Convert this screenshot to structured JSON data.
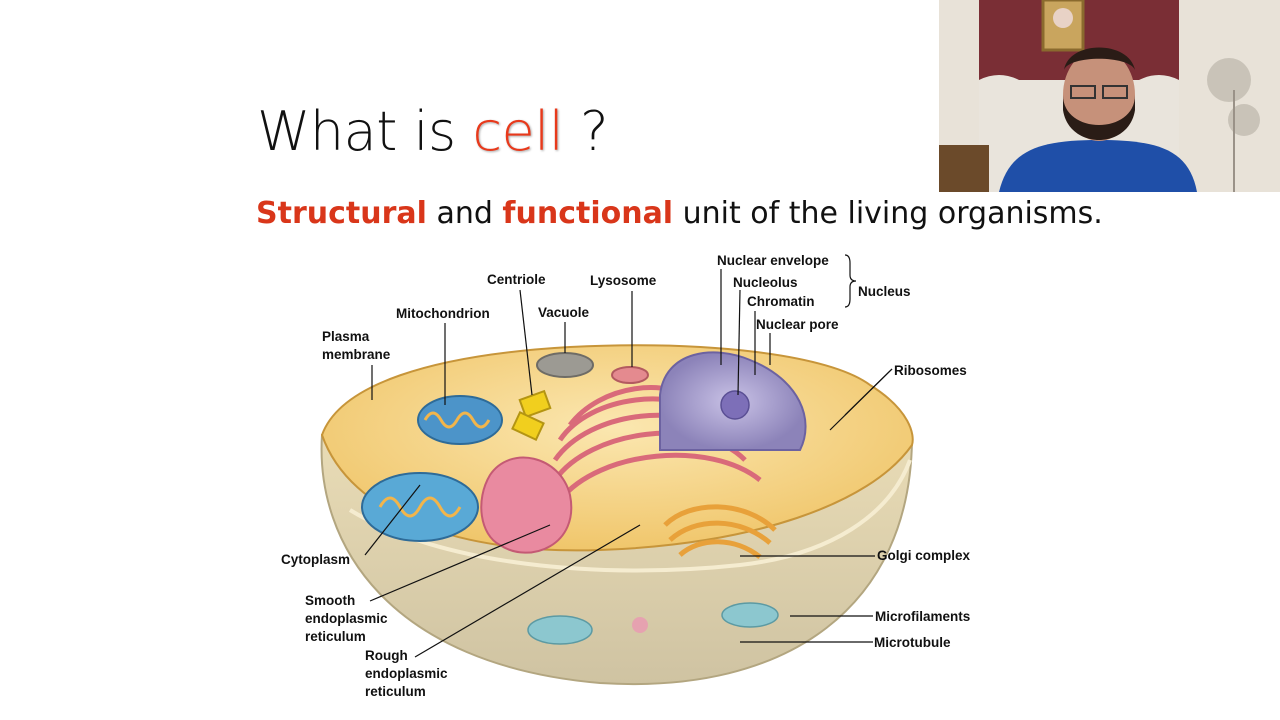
{
  "slide": {
    "title_prefix": "What is ",
    "title_accent": "cell",
    "title_suffix": " ?",
    "subtitle_word1": "Structural",
    "subtitle_and": " and ",
    "subtitle_word2": "functional",
    "subtitle_rest": " unit of the living organisms.",
    "accent_color": "#e8391b"
  },
  "diagram": {
    "labels": {
      "nuclear_envelope": "Nuclear envelope",
      "nucleolus": "Nucleolus",
      "chromatin": "Chromatin",
      "nuclear_pore": "Nuclear pore",
      "nucleus": "Nucleus",
      "centriole": "Centriole",
      "lysosome": "Lysosome",
      "mitochondrion": "Mitochondrion",
      "vacuole": "Vacuole",
      "plasma_membrane_1": "Plasma",
      "plasma_membrane_2": "membrane",
      "ribosomes": "Ribosomes",
      "golgi": "Golgi complex",
      "cytoplasm": "Cytoplasm",
      "smooth_er_1": "Smooth",
      "smooth_er_2": "endoplasmic",
      "smooth_er_3": "reticulum",
      "microfilaments": "Microfilaments",
      "microtubule": "Microtubule",
      "rough_er_1": "Rough",
      "rough_er_2": "endoplasmic",
      "rough_er_3": "reticulum"
    }
  },
  "webcam": {
    "icon": "presenter-video-icon"
  }
}
